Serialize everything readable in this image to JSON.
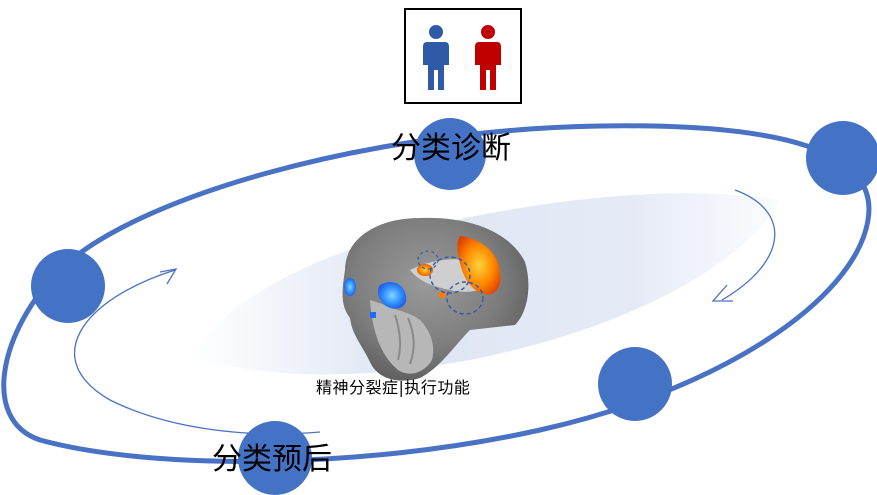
{
  "labels": {
    "diagnosis": "分类诊断",
    "prognosis": "分类预后",
    "caption": "精神分裂症|执行功能"
  },
  "icons": {
    "person_healthy": "person-icon",
    "person_patient": "person-icon",
    "brain": "brain-activation-icon"
  },
  "colors": {
    "orbit": "#4a72c4",
    "node": "#4472c4",
    "person_healthy": "#2f5aa8",
    "person_patient": "#c00000",
    "activation_hot": "#ff6a00",
    "activation_cold": "#1e6cff"
  }
}
